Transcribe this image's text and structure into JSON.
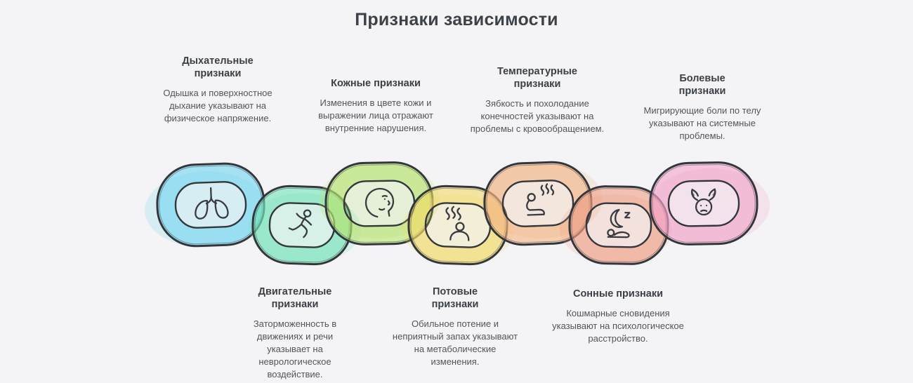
{
  "title": "Признаки зависимости",
  "colors": {
    "background": "#f4f4f7",
    "heading_text": "#3b4046",
    "body_text": "#50555c",
    "chain_outline": "#33363b"
  },
  "items": [
    {
      "heading": "Дыхательные признаки",
      "body": "Одышка и поверхностное дыхание указывают на физическое напряжение.",
      "color": "#6fd4ef",
      "icon": "lungs-icon",
      "row": "top"
    },
    {
      "heading": "Двигательные признаки",
      "body": "Заторможенность в движениях и речи указывает на неврологическое воздействие.",
      "color": "#72e3b8",
      "icon": "running-person-icon",
      "row": "bottom"
    },
    {
      "heading": "Кожные признаки",
      "body": "Изменения в цвете кожи и выражении лица отражают внутренние нарушения.",
      "color": "#b5e56f",
      "icon": "face-profile-icon",
      "row": "top"
    },
    {
      "heading": "Потовые признаки",
      "body": "Обильное потение и неприятный запах указывают на метаболические изменения.",
      "color": "#f2da68",
      "icon": "sweating-person-icon",
      "row": "bottom"
    },
    {
      "heading": "Температурные признаки",
      "body": "Зябкость и похолодание конечностей указывают на проблемы с кровообращением.",
      "color": "#f3b482",
      "icon": "shivering-person-icon",
      "row": "top"
    },
    {
      "heading": "Сонные признаки",
      "body": "Кошмарные сновидения указывают на психологическое расстройство.",
      "color": "#ee9f85",
      "icon": "moon-sleep-icon",
      "row": "bottom"
    },
    {
      "heading": "Болевые признаки",
      "body": "Мигрирующие боли по телу указывают на системные проблемы.",
      "color": "#f2a3c9",
      "icon": "headache-icon",
      "row": "top"
    }
  ]
}
